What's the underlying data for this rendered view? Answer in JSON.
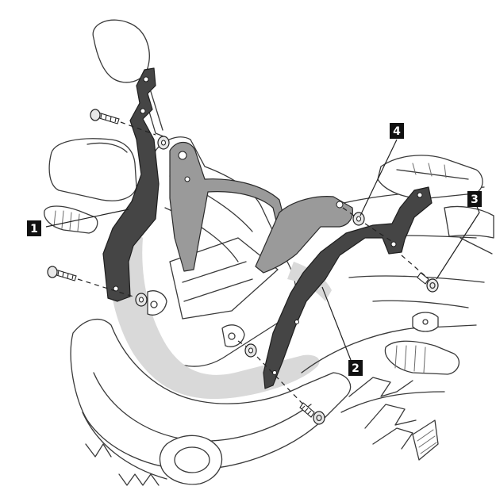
{
  "callouts": [
    {
      "id": "1",
      "label": "1"
    },
    {
      "id": "2",
      "label": "2"
    },
    {
      "id": "3",
      "label": "3"
    },
    {
      "id": "4",
      "label": "4"
    }
  ],
  "colors": {
    "bracket": "#454545",
    "support_frame": "#9a9a9a",
    "callout_bg": "#111111",
    "callout_text": "#ffffff",
    "line": "#3a3a3a"
  },
  "parts": [
    {
      "name": "left-mounting-bracket",
      "callout": "1"
    },
    {
      "name": "right-mounting-bracket",
      "callout": "2"
    },
    {
      "name": "bolt",
      "callout": "3"
    },
    {
      "name": "washer",
      "callout": "4"
    }
  ]
}
